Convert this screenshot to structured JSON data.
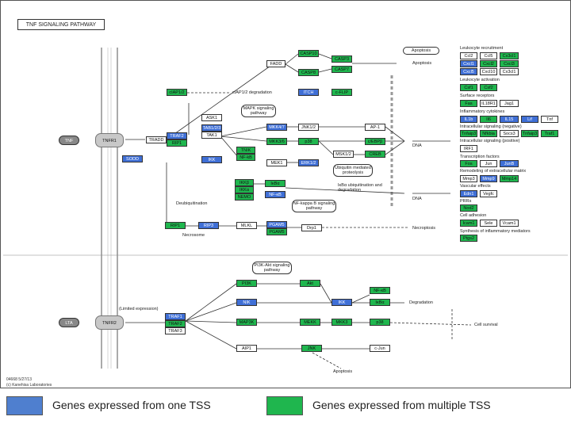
{
  "title": "TNF SIGNALING PATHWAY",
  "colors": {
    "single_tss": "#3f6fd6",
    "multiple_tss": "#1fb64e"
  },
  "receptors": {
    "tnf": "TNF",
    "tnfr1": "TNFR1",
    "lta": "LTA",
    "tnfr2": "TNFR2"
  },
  "nodes": {
    "casp10": "CASP10",
    "fadd": "FADD",
    "casp3": "CASP3",
    "casp7": "CASP7",
    "casp8": "CASP8",
    "ciap12": "cIAP1/2",
    "ciap_deg": "cIAP1/2 degradation",
    "ask1": "ASK1",
    "tab1": "TAB1/2/3",
    "tak1": "TAK1",
    "traf2": "TRAF2",
    "rip1": "RIP1",
    "tradd": "TRADD",
    "sodd": "SODD",
    "ikk": "IKK",
    "itch": "ITCH",
    "cflip": "c-FLIP",
    "mkk47": "MKK4/7",
    "mkk36": "MKK3/6",
    "tnik": "TNIK",
    "nik": "NF-kB",
    "mekk1": "MEK1",
    "erk": "ERK1/2",
    "jnk": "JNK1/2",
    "p38": "p38",
    "ap1": "AP-1",
    "cebpb": "c/EBPβ",
    "msk12": "MSK1/2",
    "creb": "CREB",
    "ikkb": "IKKβ",
    "ikka": "IKKα",
    "nemo": "NEMO",
    "ikba": "IκBα",
    "nfkb": "NF-κB",
    "rip1b": "RIP1",
    "rip3": "RIP3",
    "mlkl": "MLKL",
    "pgam5": "PGAM5",
    "drp1": "Drp1",
    "traf1": "TRAF1",
    "traf2b": "TRAF2",
    "traf3": "TRAF3",
    "pi3k": "PI3K",
    "akt": "Akt",
    "nfkb2": "NF-κB",
    "ikba2": "IκBα",
    "nik2": "NIK",
    "ikk2": "IKK",
    "map3k": "MAP3K",
    "mekk2": "MEKK",
    "mkk3": "MKK3",
    "p38b": "p38",
    "aip1": "AIP1",
    "jnk2": "JNK",
    "cjun": "c-Jun"
  },
  "paths": {
    "mapk": "MAPK signaling pathway",
    "ubiq": "Ubiquitin mediated proteolysis",
    "nfkb": "NF-kappa B signaling pathway",
    "pi3k": "PI3K-Akt signaling pathway",
    "apoptosis": "Apoptosis"
  },
  "labels": {
    "apoptosis1": "Apoptosis",
    "apoptosis2": "Apoptosis",
    "dna1": "DNA",
    "dna2": "DNA",
    "ikb_deg": "IκBα ubiquitination and degradation",
    "deubiq": "Deubiquitination",
    "necrosome": "Necrosome",
    "necroptosis": "Necroptosis",
    "degradation": "Degradation",
    "cell_survival": "Cell survival",
    "limited": "(Limited expression)",
    "footer1": "04668 5/27/13",
    "footer2": "(c) Kanehisa Laboratories"
  },
  "right_panel": {
    "leuko_recruit": "Leukocyte recruitment",
    "r1": [
      "Ccl2",
      "Ccl5",
      "Cx3cl1"
    ],
    "r2": [
      "Cxcl1",
      "Cxcl2",
      "Cxcl3"
    ],
    "r3": [
      "Cxcl5",
      "Cxcl10",
      "Cx3cl1"
    ],
    "leuko_act": "Leukocyte activation",
    "r4": [
      "Csf1",
      "Csf2"
    ],
    "surface": "Surface receptors",
    "r5": [
      "Fas",
      "IL18R1",
      "Jag1"
    ],
    "inflam": "Inflammatory cytokines",
    "r6": [
      "IL1b",
      "Il6",
      "IL15",
      "Lif",
      "Tnf"
    ],
    "intra_neg": "Intracellular signaling (negative)",
    "r7": [
      "Tnfaip3",
      "Nfkbia",
      "Socs3",
      "Tnfaip3",
      "Traf1"
    ],
    "intra_pos": "Intracellular signaling (positive)",
    "r8": [
      "IRF1"
    ],
    "tf": "Transcription factors",
    "r9": [
      "Fos",
      "Jun",
      "JunB"
    ],
    "remodel": "Remodeling of extracellular matrix",
    "r10": [
      "Mmp3",
      "Mmp9",
      "Mmp14"
    ],
    "vascular": "Vascular effects",
    "r11": [
      "Edn1",
      "Vegfc"
    ],
    "prrs": "PRRs",
    "r12": [
      "Nod2"
    ],
    "adhesion": "Cell adhesion",
    "r13": [
      "Icam1",
      "Sele",
      "Vcam1"
    ],
    "mediators": "Synthesis of inflammatory mediators",
    "r14": [
      "Ptgs2"
    ]
  },
  "legend": {
    "single": "Genes expressed from one TSS",
    "multiple": "Genes expressed from multiple TSS"
  }
}
